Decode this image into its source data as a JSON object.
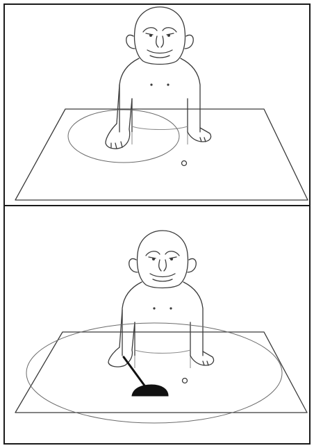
{
  "figure": {
    "panels": [
      {
        "id": "top",
        "depicts": "chimpanzee-hand-on-table",
        "reach_circle": "small"
      },
      {
        "id": "bottom",
        "depicts": "chimpanzee-with-stick-tool",
        "reach_circle": "large"
      }
    ],
    "colors": {
      "line": "#3a3a3a",
      "border": "#1a1a1a",
      "tool": "#111111",
      "background": "#ffffff"
    }
  }
}
